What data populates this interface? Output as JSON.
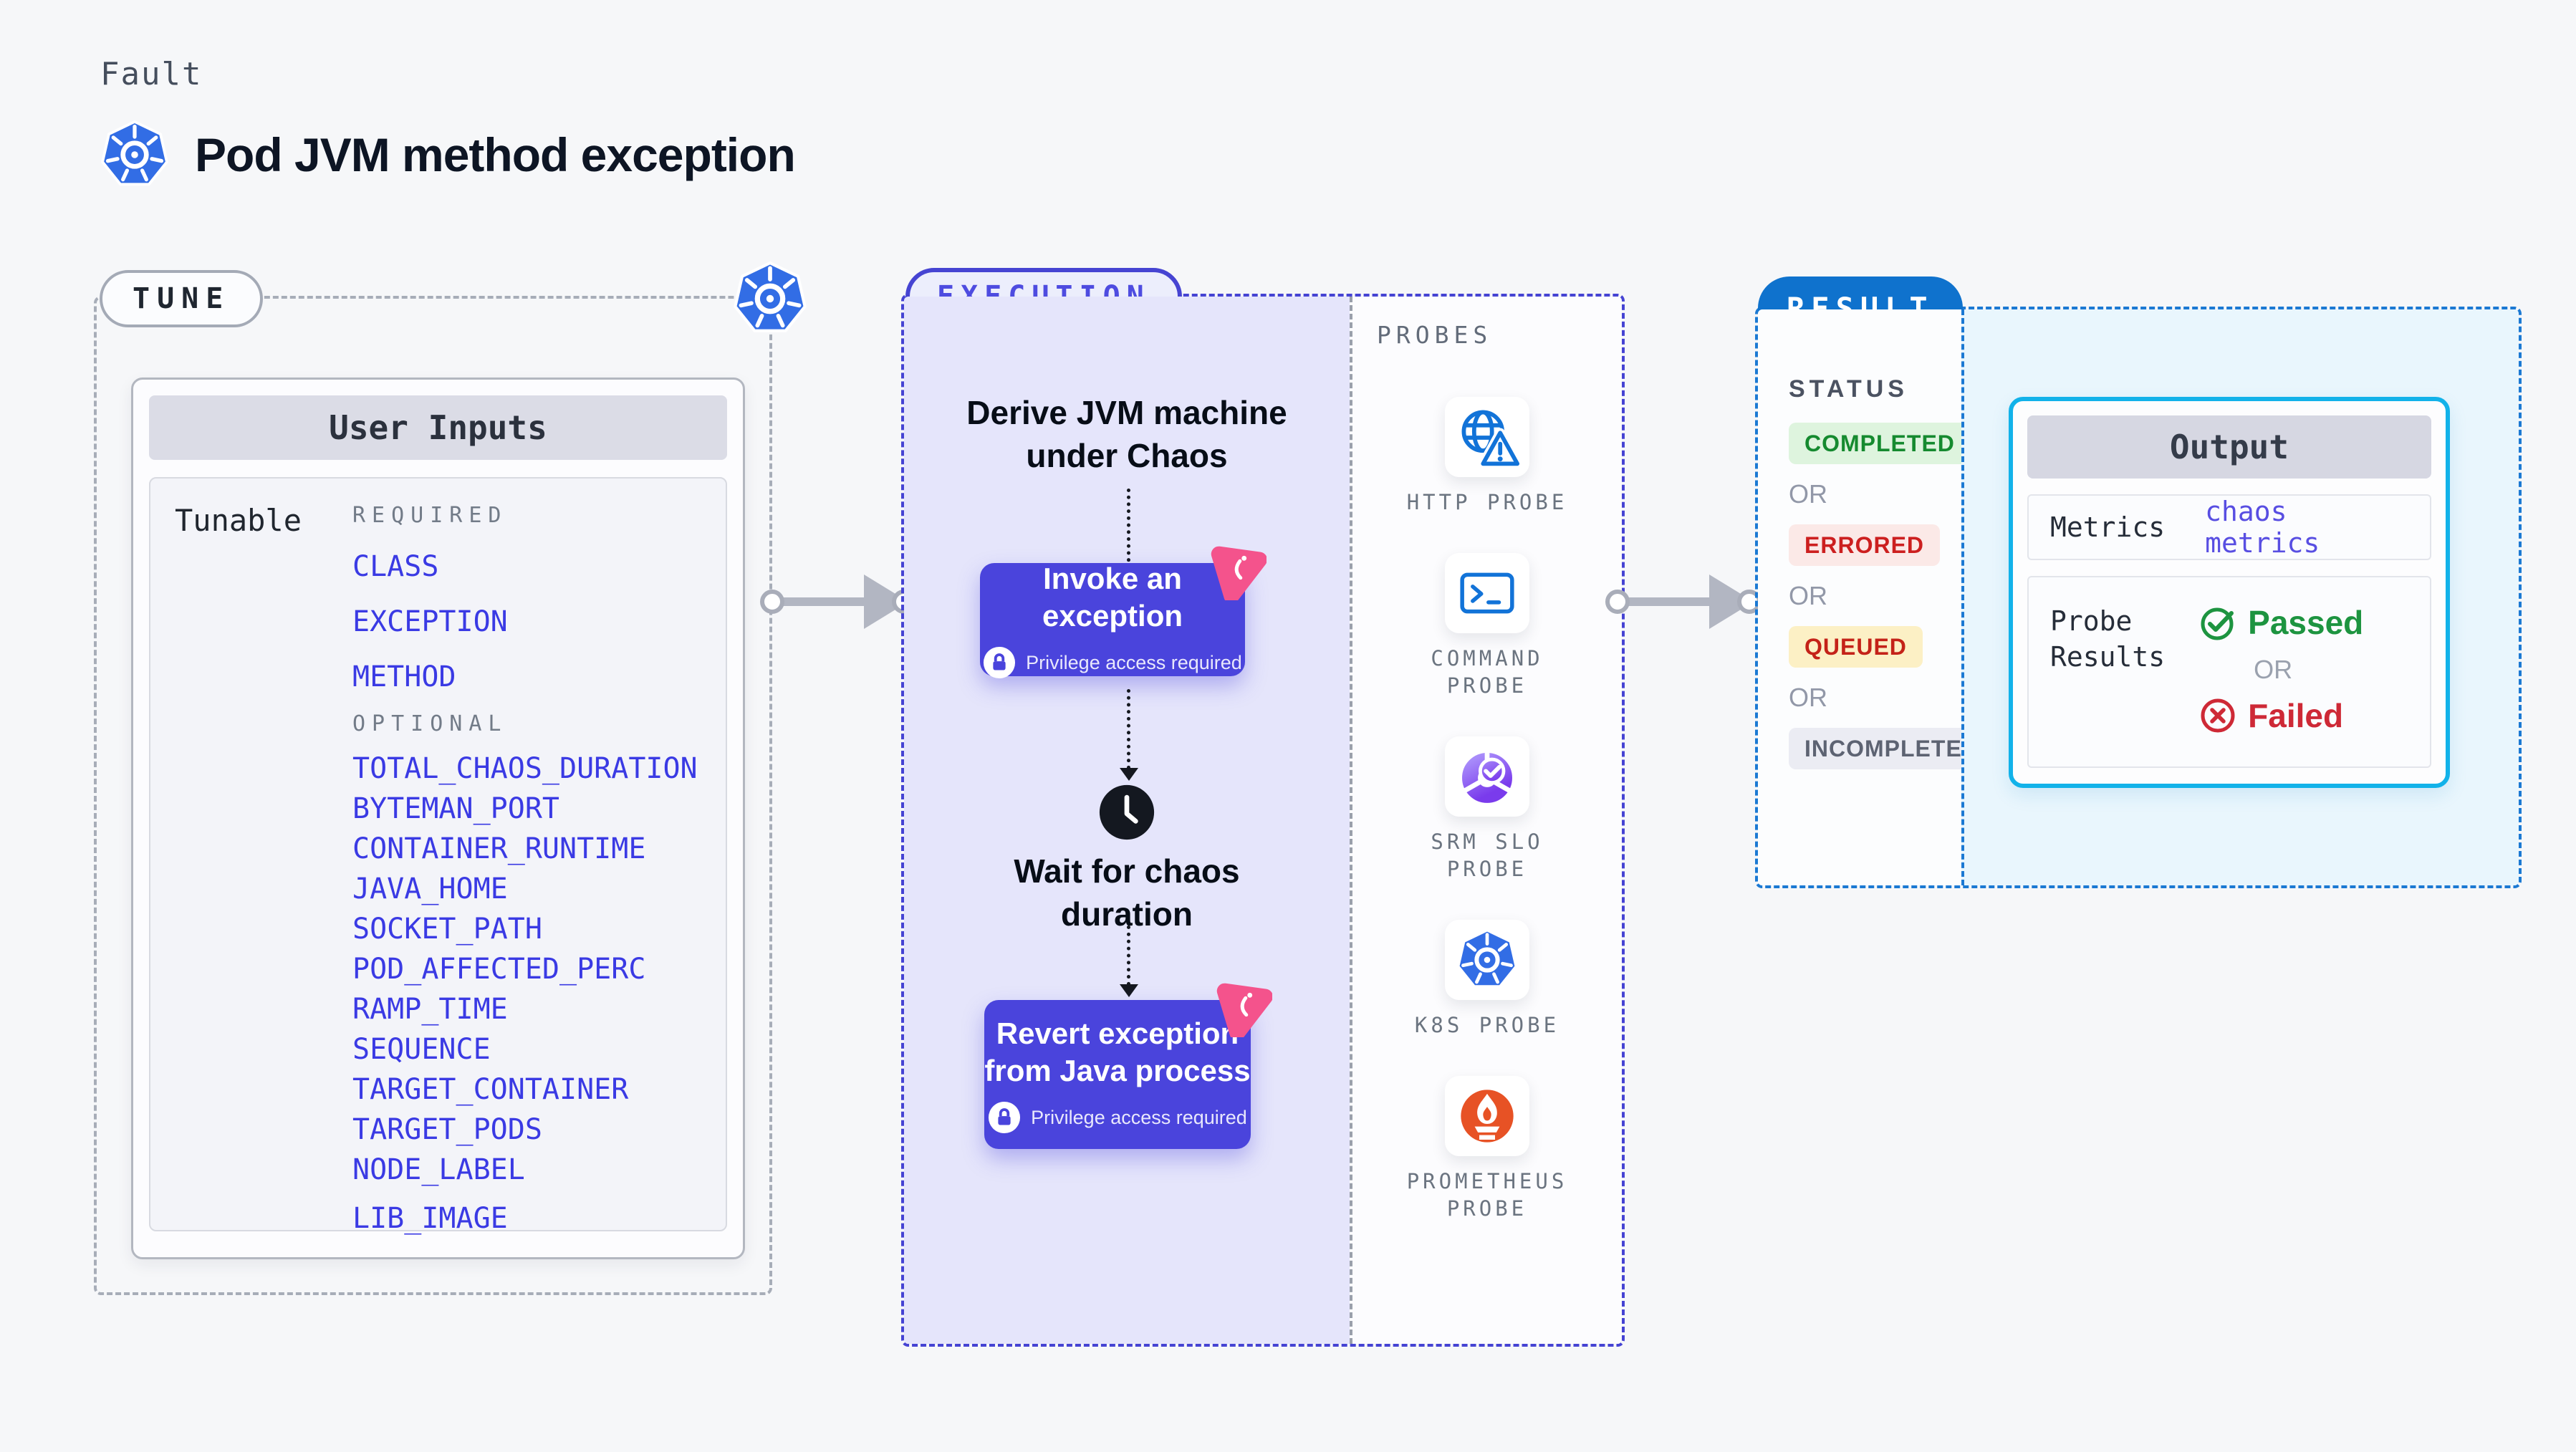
{
  "header": {
    "kicker": "Fault",
    "title": "Pod JVM method exception"
  },
  "tune": {
    "pill_label": "TUNE",
    "card_title": "User Inputs",
    "row_label": "Tunable",
    "required_label": "REQUIRED",
    "optional_label": "OPTIONAL",
    "required_params": [
      "CLASS",
      "EXCEPTION",
      "METHOD"
    ],
    "optional_params": [
      "TOTAL_CHAOS_DURATION",
      "BYTEMAN_PORT",
      "CONTAINER_RUNTIME",
      "JAVA_HOME",
      "SOCKET_PATH",
      "POD_AFFECTED_PERC",
      "RAMP_TIME",
      "SEQUENCE",
      "TARGET_CONTAINER",
      "TARGET_PODS",
      "NODE_LABEL",
      "LIB_IMAGE"
    ]
  },
  "execution": {
    "pill_label": "EXECUTION",
    "derive_line1": "Derive JVM machine",
    "derive_line2": "under Chaos",
    "invoke_title": "Invoke an exception",
    "privilege_note": "Privilege access required",
    "wait_line1": "Wait for chaos",
    "wait_line2": "duration",
    "revert_line1": "Revert exception",
    "revert_line2": "from Java process"
  },
  "probes": {
    "heading": "PROBES",
    "items": [
      {
        "line1": "HTTP PROBE",
        "line2": "",
        "icon": "globe-warning-icon"
      },
      {
        "line1": "COMMAND",
        "line2": "PROBE",
        "icon": "terminal-icon"
      },
      {
        "line1": "SRM SLO",
        "line2": "PROBE",
        "icon": "slo-donut-check-icon"
      },
      {
        "line1": "K8S PROBE",
        "line2": "",
        "icon": "kubernetes-icon"
      },
      {
        "line1": "PROMETHEUS",
        "line2": "PROBE",
        "icon": "prometheus-flame-icon"
      }
    ]
  },
  "result": {
    "pill_label": "RESULT",
    "status_heading": "STATUS",
    "or_label": "OR",
    "statuses": [
      {
        "label": "COMPLETED",
        "color": "#158a2f",
        "bg": "#def4de"
      },
      {
        "label": "ERRORED",
        "color": "#cc1f1f",
        "bg": "#fbe9e7"
      },
      {
        "label": "QUEUED",
        "color": "#c42218",
        "bg": "#fcf0c5"
      },
      {
        "label": "INCOMPLETED",
        "color": "#5d6372",
        "bg": "#ebecf3"
      }
    ],
    "output": {
      "title": "Output",
      "metrics_label": "Metrics",
      "metrics_value": "chaos metrics",
      "probe_results_line1": "Probe",
      "probe_results_line2": "Results",
      "passed_label": "Passed",
      "or_label": "OR",
      "failed_label": "Failed"
    }
  },
  "colors": {
    "page_bg": "#f6f7f9",
    "execution_fill": "#e5e5fb",
    "execution_border": "#4543d3",
    "tune_border": "#a7adb8",
    "node_purple": "#4a44dc",
    "param_link_blue": "#3a3ae4",
    "pink_fault_badge": "#f4538c",
    "kubernetes_blue": "#326de5",
    "probe_icon_blue": "#1273d8",
    "srm_purple": "#8b5cf6",
    "prometheus_orange": "#e75225",
    "result_border_blue": "#1b79d3",
    "result_pill_blue": "#0f72cd",
    "output_border_cyan": "#12b2e9",
    "result_cyan_bg": "#e9f6fd",
    "passed_green": "#1d9440",
    "failed_red": "#ce2936"
  }
}
